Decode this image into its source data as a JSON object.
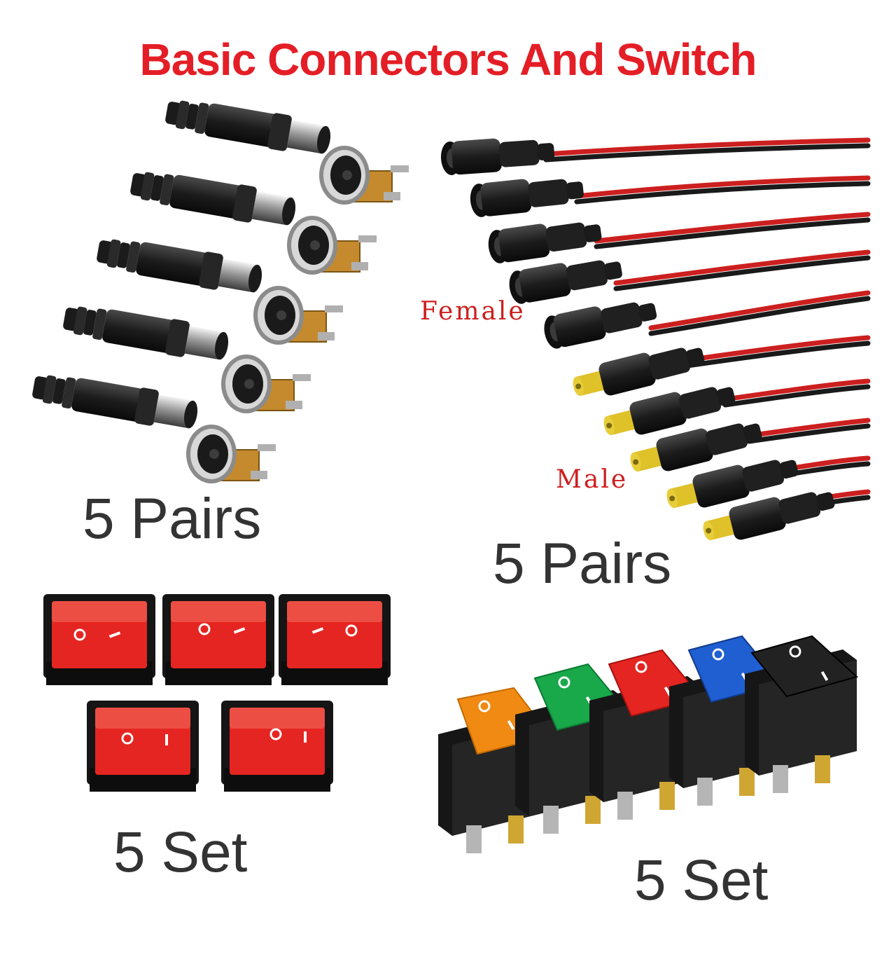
{
  "title": "Basic Connectors And Switch",
  "labels": {
    "pairs_left": "5 Pairs",
    "pairs_right": "5 Pairs",
    "female": "Female",
    "male": "Male",
    "set_left": "5 Set",
    "set_right": "5 Set"
  },
  "switch_marks": {
    "off": "O",
    "on": "I"
  },
  "colors": {
    "title": "#e41e26",
    "text": "#333333",
    "wire_red": "#cc1f1f",
    "wire_black": "#1a1a1a",
    "switch_red": "#e52521",
    "switch_orange": "#f08a12",
    "switch_green": "#19a84a",
    "switch_blue": "#1f5fd1",
    "switch_black": "#222222"
  }
}
